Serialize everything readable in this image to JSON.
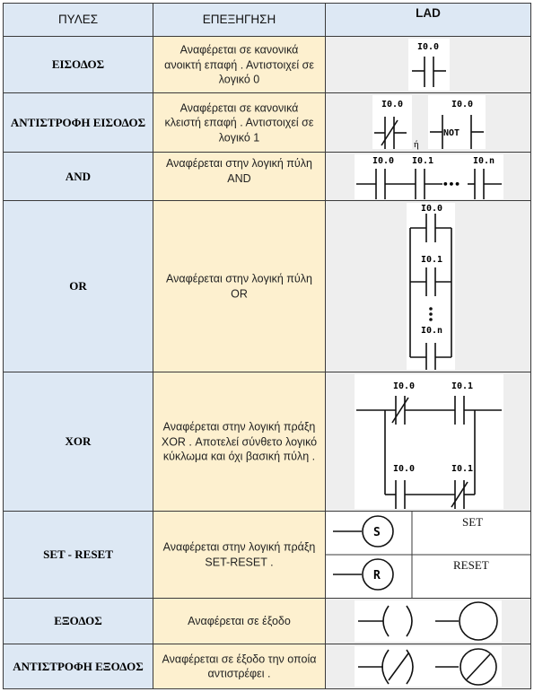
{
  "headers": {
    "gates": "ΠΥΛΕΣ",
    "explanation": "ΕΠΕΞΗΓΗΣΗ",
    "lad": "LAD"
  },
  "rows": {
    "input": {
      "gate": "ΕΙΣΟΔΟΣ",
      "desc": "Αναφέρεται σε κανονικά ανοικτή επαφή . Αντιστοιχεί σε λογικό 0",
      "lad_labels": [
        "I0.0"
      ]
    },
    "not_input": {
      "gate": "ΑΝΤΙΣΤΡΟΦΗ ΕΙΣΟΔΟΣ",
      "desc": "Αναφέρεται σε κανονικά κλειστή επαφή . Αντιστοιχεί σε λογικό 1",
      "lad_labels": [
        "I0.0",
        "I0.0"
      ],
      "or_word": "ή",
      "not_box": "NOT"
    },
    "and": {
      "gate": "AND",
      "desc": "Αναφέρεται στην λογική πύλη AND",
      "lad_labels": [
        "I0.0",
        "I0.1",
        "I0.n"
      ],
      "dots": "•••"
    },
    "or": {
      "gate": "OR",
      "desc": "Αναφέρεται στην λογική πύλη OR",
      "lad_labels": [
        "I0.0",
        "I0.1",
        "I0.n"
      ]
    },
    "xor": {
      "gate": "XOR",
      "desc": "Αναφέρεται στην λογική πράξη XOR . Αποτελεί σύνθετο λογικό κύκλωμα και όχι βασική πύλη .",
      "lad_labels": [
        "I0.0",
        "I0.1",
        "I0.0",
        "I0.1"
      ]
    },
    "set_reset": {
      "gate": "SET - RESET",
      "desc": "Αναφέρεται στην λογική πράξη SET-RESET .",
      "coil_s": "S",
      "coil_r": "R",
      "set_label": "SET",
      "reset_label": "RESET"
    },
    "output": {
      "gate": "ΕΞΟΔΟΣ",
      "desc": "Αναφέρεται σε έξοδο"
    },
    "not_output": {
      "gate": "ΑΝΤΙΣΤΡΟΦΗ ΕΞΟΔΟΣ",
      "desc": "Αναφέρεται σε έξοδο την οποία αντιστρέφει ."
    }
  }
}
